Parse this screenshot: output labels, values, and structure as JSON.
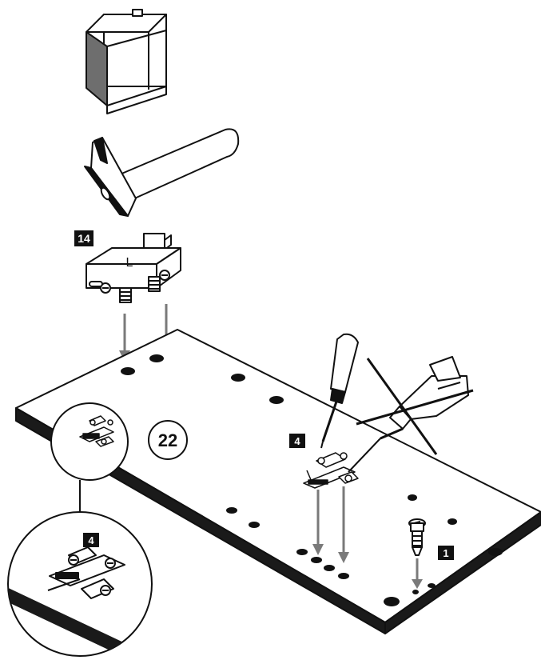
{
  "labels": {
    "hinge_box": "14",
    "hinge_letter": "L",
    "plate_count": "4",
    "cam_count": "1",
    "step_number": "22",
    "detail_count": "4"
  },
  "colors": {
    "ink": "#111111",
    "arrow": "#7a7a7a",
    "panel_edge": "#1a1a1a",
    "box_side": "#6e6e6e",
    "label_bg": "#111111",
    "label_text": "#ffffff"
  },
  "icons": [
    "cabinet-icon",
    "hammer-icon",
    "hinge-icon",
    "screwdriver-icon",
    "drill-icon",
    "cross-out-icon",
    "mounting-plate-icon",
    "cam-bolt-icon"
  ]
}
